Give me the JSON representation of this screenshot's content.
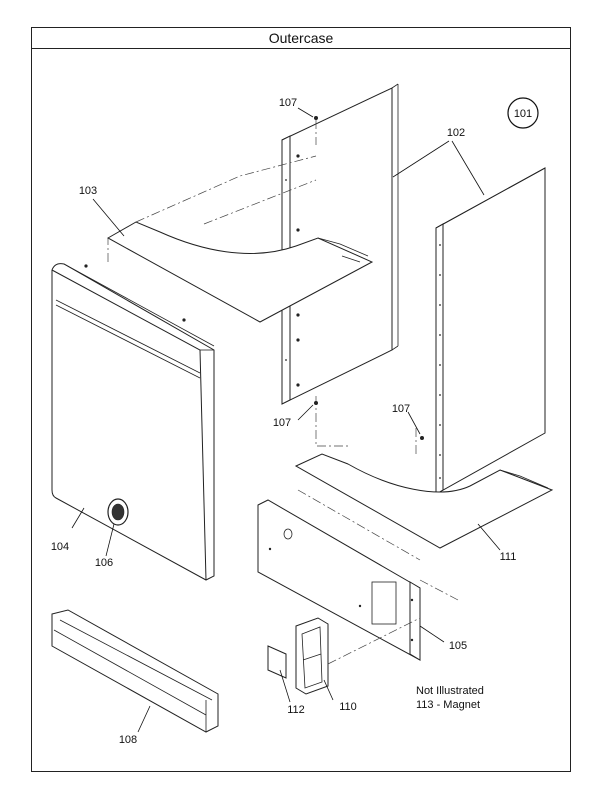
{
  "title": "Outercase",
  "callouts": {
    "c101": "101",
    "c102": "102",
    "c103": "103",
    "c104": "104",
    "c105": "105",
    "c106": "106",
    "c107a": "107",
    "c107b": "107",
    "c107c": "107",
    "c108": "108",
    "c110": "110",
    "c111": "111",
    "c112": "112"
  },
  "note": {
    "line1": "Not Illustrated",
    "line2": "113 - Magnet"
  }
}
